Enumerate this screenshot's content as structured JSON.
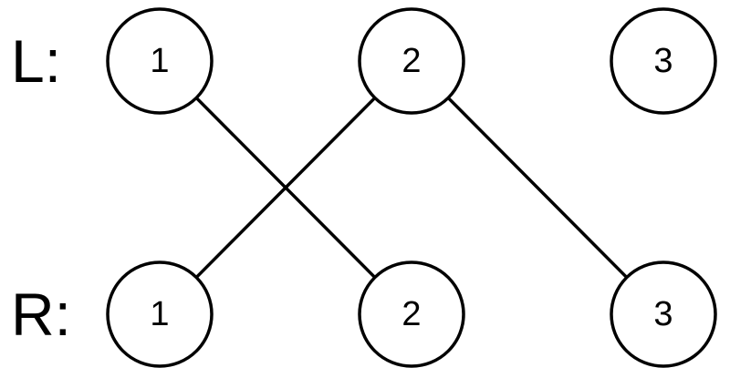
{
  "diagram": {
    "rows": [
      {
        "id": "L",
        "label": "L:",
        "nodes": [
          "1",
          "2",
          "3"
        ]
      },
      {
        "id": "R",
        "label": "R:",
        "nodes": [
          "1",
          "2",
          "3"
        ]
      }
    ],
    "edges": [
      {
        "from": "L1",
        "to": "R2"
      },
      {
        "from": "L2",
        "to": "R1"
      },
      {
        "from": "L2",
        "to": "R3"
      }
    ],
    "colors": {
      "stroke": "#000000",
      "fill": "#ffffff",
      "text": "#000000"
    }
  }
}
